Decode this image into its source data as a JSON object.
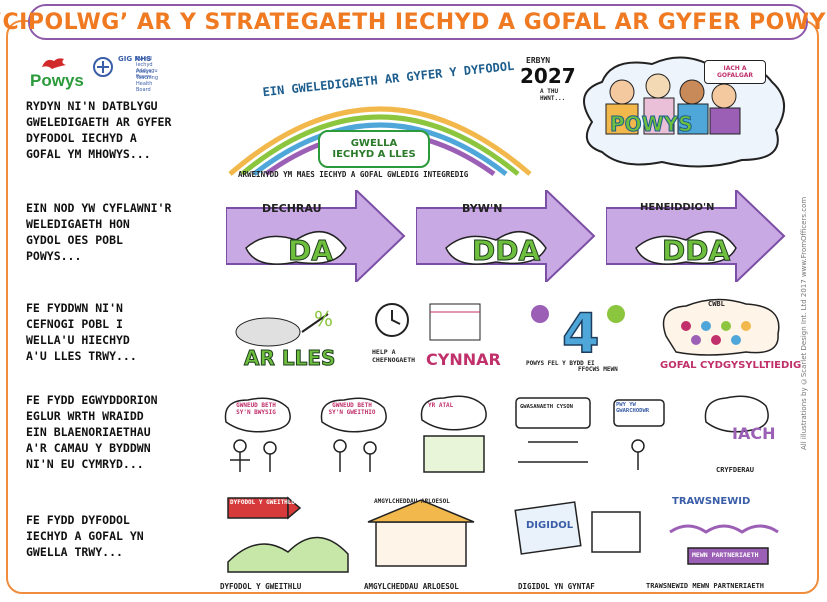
{
  "title": "‘CIPOLWG’ AR Y STRATEGAETH IECHYD A GOFAL AR GYFER POWYS",
  "credit": "All illustrations by ©Scarlet Design Int. Ltd 2017 www.FromOfficers.com",
  "logos": {
    "powys": "Powys",
    "nhs_gig": "GIG NHS",
    "nhs_text1": "Bwrdd Iechyd Addysgu Powys",
    "nhs_text2": "Powys Teaching Health Board"
  },
  "rows": [
    {
      "text": "RYDYN NI'N DATBLYGU\nGWELEDIGAETH AR GYFER\nDYFODOL IECHYD A\nGOFAL YM MHOWYS..."
    },
    {
      "text": "EIN NOD YW CYFLAWNI'R\nWELEDIGAETH HON\nGYDOL OES POBL\nPOWYS..."
    },
    {
      "text": "FE FYDDWN NI'N\nCEFNOGI POBL I\nWELLA'U HIECHYD\nA'U LLES TRWY..."
    },
    {
      "text": "FE FYDD EGWYDDORION\nEGLUR WRTH WRAIDD\nEIN BLAENORIAETHAU\nA'R CAMAU Y BYDDWN\nNI'N EU CYMRYD..."
    },
    {
      "text": "FE FYDD DYFODOL\nIECHYD A GOFAL YN\nGWELLA TRWY..."
    }
  ],
  "vision": {
    "arc": "EIN GWELEDIGAETH AR GYFER Y DYFODOL",
    "inner": "GWELLA IECHYD A LLES",
    "caption": "ARWEINYDD YM MAES IECHYD A GOFAL GWLEDIG INTEGREDIG",
    "year_pre": "ERBYN",
    "year": "2027",
    "year_post": "A THU HWNT...",
    "cloud": "POWYS",
    "flag": "IACH A GOFALGAR"
  },
  "arrows": [
    {
      "top": "DECHRAU",
      "big": "DA"
    },
    {
      "top": "BYW'N",
      "big": "DDA"
    },
    {
      "top": "HENEIDDIO'N",
      "big": "DDA"
    }
  ],
  "support": [
    {
      "label": "AR LLES"
    },
    {
      "label": "HELP A CHEFNOGAETH",
      "big": "CYNNAR"
    },
    {
      "label": "POWYS FEL Y BYDD EI",
      "sub": "FFOCWS MEWN"
    },
    {
      "label": "CWBL",
      "big": "GOFAL CYDGYSYLLTIEDIG"
    }
  ],
  "principles": [
    {
      "label": "GWNEUD BETH SY'N BWYSIG"
    },
    {
      "label": "GWNEUD BETH SY'N GWEITHIO"
    },
    {
      "label": "YR ATAL"
    },
    {
      "label": "GWASANAETH CYSON"
    },
    {
      "label": "PWY YW GWARCHODWR"
    },
    {
      "label": "IACH",
      "sub": "CRYFDERAU"
    }
  ],
  "future": [
    {
      "label": "DYFODOL Y GWEITHLU",
      "sign": "DYFODOL Y GWEITHLU"
    },
    {
      "label": "AMGYLCHEDDAU ARLOESOL",
      "sign": "AMGYLCHEDDAU ARLOESOL"
    },
    {
      "label": "DIGIDOL YN GYNTAF",
      "sign": "DIGIDOL"
    },
    {
      "label": "TRAWSNEWID MEWN PARTNERIAETH",
      "sign": "TRAWSNEWID",
      "sub": "MEWN PARTNERIAETH"
    }
  ]
}
